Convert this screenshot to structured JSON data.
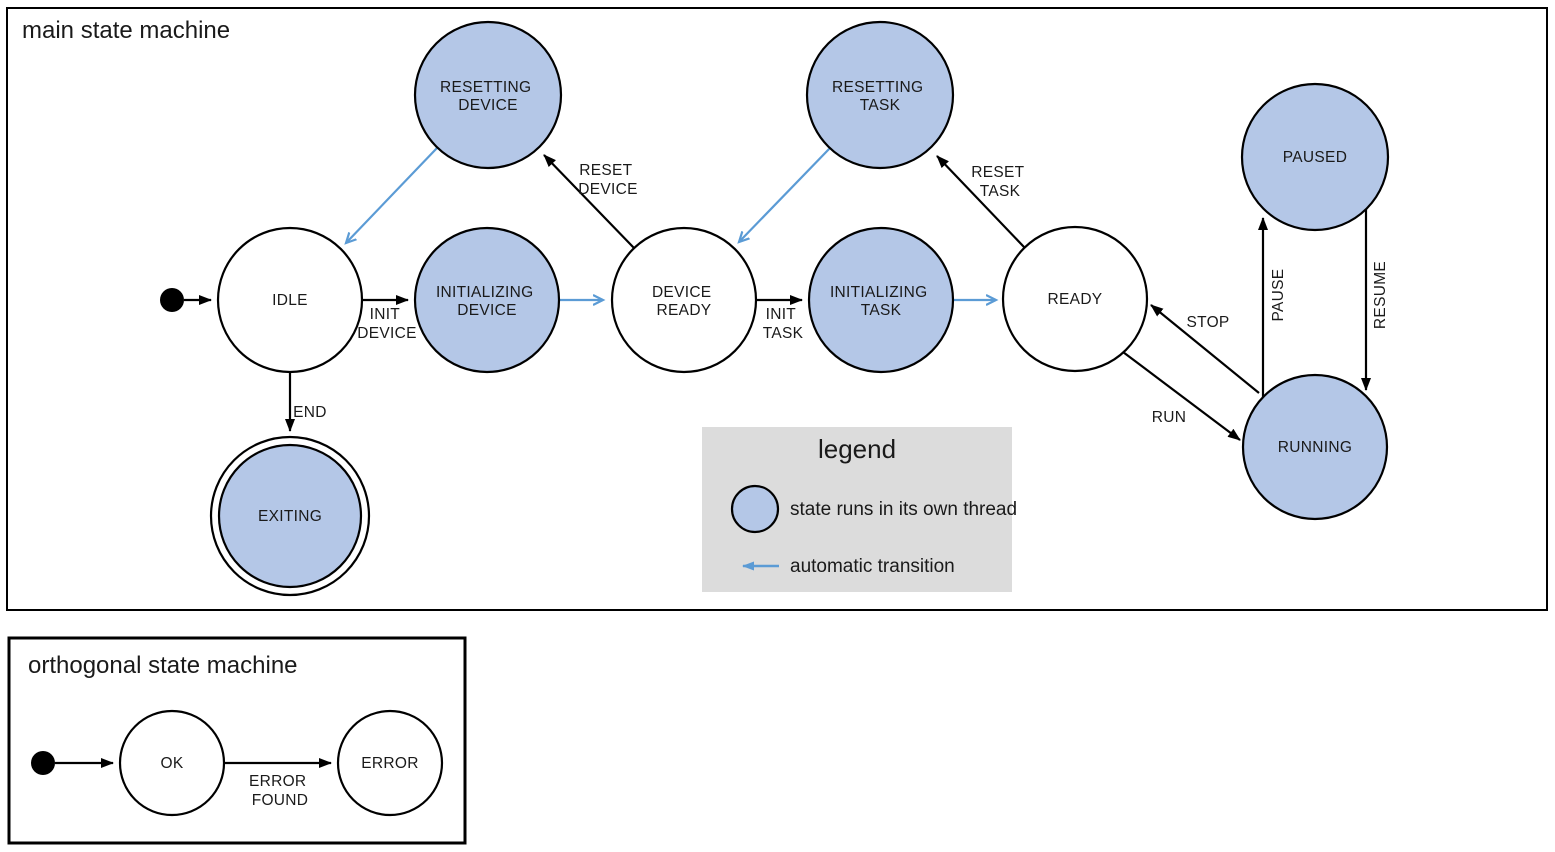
{
  "main": {
    "title": "main state machine",
    "states": {
      "idle": {
        "label": "IDLE"
      },
      "resetting_device": {
        "line1": "RESETTING",
        "line2": "DEVICE"
      },
      "initializing_device": {
        "line1": "INITIALIZING",
        "line2": "DEVICE"
      },
      "device_ready": {
        "line1": "DEVICE",
        "line2": "READY"
      },
      "resetting_task": {
        "line1": "RESETTING",
        "line2": "TASK"
      },
      "initializing_task": {
        "line1": "INITIALIZING",
        "line2": "TASK"
      },
      "ready": {
        "label": "READY"
      },
      "paused": {
        "label": "PAUSED"
      },
      "running": {
        "label": "RUNNING"
      },
      "exiting": {
        "label": "EXITING"
      }
    },
    "transitions": {
      "init_device": {
        "line1": "INIT",
        "line2": "DEVICE"
      },
      "reset_device": {
        "line1": "RESET",
        "line2": "DEVICE"
      },
      "init_task": {
        "line1": "INIT",
        "line2": "TASK"
      },
      "reset_task": {
        "line1": "RESET",
        "line2": "TASK"
      },
      "end": {
        "label": "END"
      },
      "run": {
        "label": "RUN"
      },
      "stop": {
        "label": "STOP"
      },
      "pause": {
        "label": "PAUSE"
      },
      "resume": {
        "label": "RESUME"
      }
    }
  },
  "legend": {
    "title": "legend",
    "thread_item": "state runs in its own thread",
    "auto_item": "automatic transition"
  },
  "orthogonal": {
    "title": "orthogonal state machine",
    "states": {
      "ok": {
        "label": "OK"
      },
      "error": {
        "label": "ERROR"
      }
    },
    "transitions": {
      "error_found": {
        "line1": "ERROR",
        "line2": "FOUND"
      }
    }
  },
  "colors": {
    "thread_state_fill": "#b4c7e7",
    "automatic_transition_blue": "#5b9bd5",
    "legend_background": "#dcdcdc",
    "outline": "#000000"
  }
}
